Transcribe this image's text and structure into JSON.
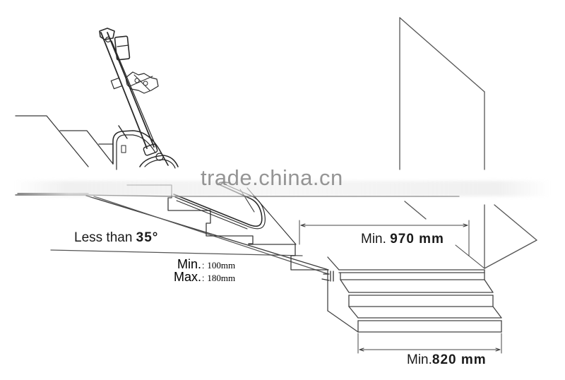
{
  "figure": {
    "subject": "Tracked stair-climbing device on staircase with installation dimension requirements",
    "stroke_color": "#333333",
    "background": "#ffffff"
  },
  "labels": {
    "angle": {
      "prefix": "Less than ",
      "value": "35°"
    },
    "landing_depth": {
      "prefix": "Min. ",
      "value": "970 mm"
    },
    "stair_width": {
      "prefix": "Min.",
      "value": "820 mm"
    },
    "step_height": {
      "min_key": "Min.",
      "min_sep": ":",
      "min_value": "100mm",
      "max_key": "Max.",
      "max_sep": ":",
      "max_value": "180mm"
    }
  },
  "watermark": {
    "text": "trade.china.cn"
  }
}
